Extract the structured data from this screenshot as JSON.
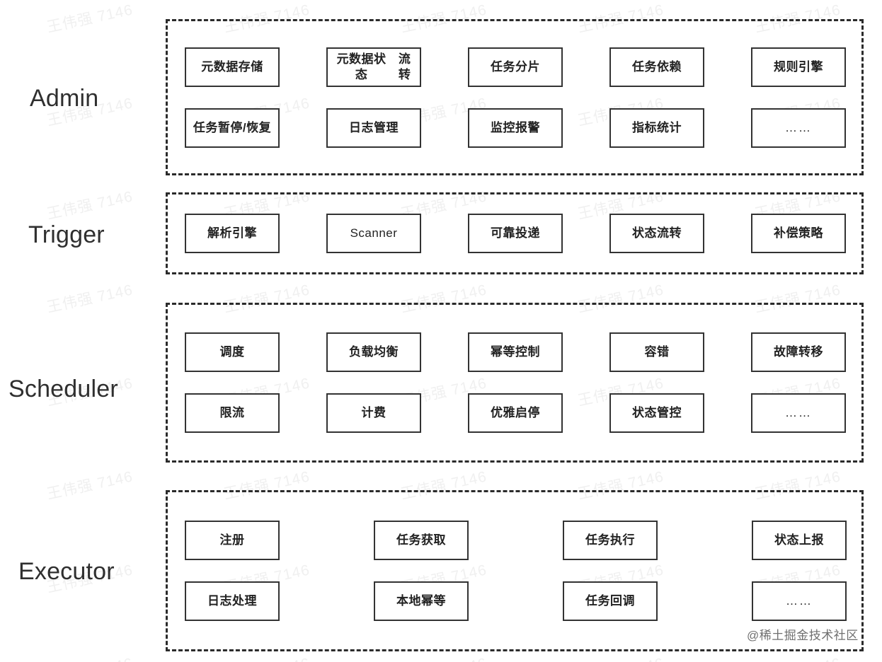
{
  "diagram": {
    "title": "Distributed Task Scheduling Architecture Layers",
    "watermark_text": "王伟强 7146",
    "credit": "@稀土掘金技术社区",
    "accent_border_color": "#2b2b2b",
    "box_border_color": "#333333",
    "text_color": "#222222",
    "layers": [
      {
        "id": "admin",
        "label": "Admin",
        "columns": 5,
        "rows": [
          [
            {
              "text": "元数据存储"
            },
            {
              "text": "元数据状态\n流转"
            },
            {
              "text": "任务分片"
            },
            {
              "text": "任务依赖"
            },
            {
              "text": "规则引擎"
            }
          ],
          [
            {
              "text": "任务暂停\n/恢复"
            },
            {
              "text": "日志管理"
            },
            {
              "text": "监控报警"
            },
            {
              "text": "指标统计"
            },
            {
              "text": "……"
            }
          ]
        ]
      },
      {
        "id": "trigger",
        "label": "Trigger",
        "columns": 5,
        "rows": [
          [
            {
              "text": "解析引擎"
            },
            {
              "text": "Scanner"
            },
            {
              "text": "可靠投递"
            },
            {
              "text": "状态流转"
            },
            {
              "text": "补偿策略"
            }
          ]
        ]
      },
      {
        "id": "scheduler",
        "label": "Scheduler",
        "columns": 5,
        "rows": [
          [
            {
              "text": "调度"
            },
            {
              "text": "负载均衡"
            },
            {
              "text": "幂等控制"
            },
            {
              "text": "容错"
            },
            {
              "text": "故障转移"
            }
          ],
          [
            {
              "text": "限流"
            },
            {
              "text": "计费"
            },
            {
              "text": "优雅启停"
            },
            {
              "text": "状态管控"
            },
            {
              "text": "……"
            }
          ]
        ]
      },
      {
        "id": "executor",
        "label": "Executor",
        "columns": 4,
        "rows": [
          [
            {
              "text": "注册"
            },
            {
              "text": "任务获取"
            },
            {
              "text": "任务执行"
            },
            {
              "text": "状态上报"
            }
          ],
          [
            {
              "text": "日志处理"
            },
            {
              "text": "本地幂等"
            },
            {
              "text": "任务回调"
            },
            {
              "text": "……"
            }
          ]
        ]
      }
    ]
  }
}
